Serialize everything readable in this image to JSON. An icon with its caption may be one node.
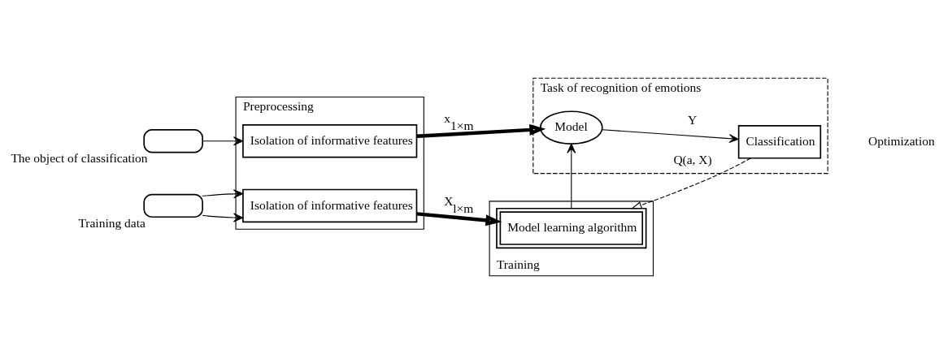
{
  "diagram": {
    "nodes": [
      {
        "text": [],
        "shape": "wave",
        "beside": [
          "The object of classification"
        ]
      },
      {
        "text": [],
        "shape": "wave",
        "beside": [
          "Training data"
        ]
      },
      {
        "text": [
          "Preprocessing"
        ]
      },
      {
        "text": [
          "Isolation of informative features"
        ],
        "in": 2
      },
      {
        "text": [
          "Isolation of informative features"
        ],
        "in": 2
      },
      {
        "text": [
          "Task of recognition of emotions"
        ]
      },
      {
        "text": [
          "Model"
        ],
        "in": 5
      },
      {
        "text": [
          "Classification"
        ],
        "in": 5
      },
      {
        "text": [
          "Training"
        ]
      },
      {
        "text": [
          "Model learning algorithm"
        ],
        "in": 8
      }
    ],
    "edges": [
      {
        "from": 0,
        "to": 3,
        "arrow": "to"
      },
      {
        "from": 1,
        "to": 4,
        "arrow": "to"
      },
      {
        "from": 1,
        "to": 4,
        "arrow": "to"
      },
      {
        "from": 3,
        "to": 6,
        "arrow": "to",
        "style": "thick",
        "label": "x$_{1×m}$"
      },
      {
        "from": 4,
        "to": 9,
        "arrow": "to",
        "style": "thick",
        "label": "X$_{l×m}$"
      },
      {
        "from": 6,
        "to": 7,
        "arrow": "to",
        "label": "Y"
      },
      {
        "from": 9,
        "to": 6,
        "arrow": "to"
      },
      {
        "from": 7,
        "to": 9,
        "arrow": "to",
        "style": "dashed",
        "label": "Q(a, X)"
      }
    ],
    "labels": [
      "Optimization"
    ]
  }
}
